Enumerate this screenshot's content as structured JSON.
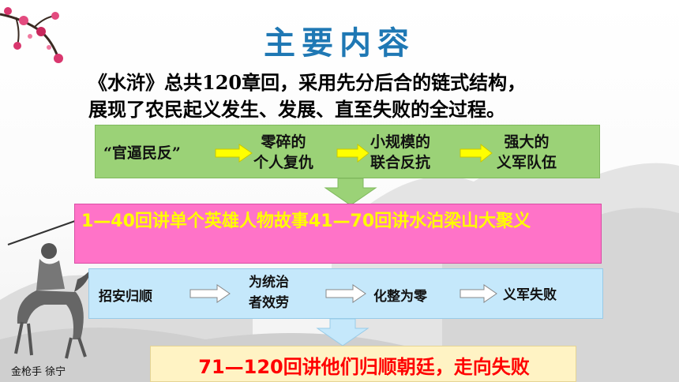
{
  "title": "主要内容",
  "intro": {
    "line1": "《水浒》总共120章回，采用先分后合的链式结构，",
    "line2": "展现了农民起义发生、发展、直至失败的全过程。"
  },
  "stage1": {
    "items": [
      {
        "line1": "“官逼民反”",
        "line2": ""
      },
      {
        "line1": "零碎的",
        "line2": "个人复仇"
      },
      {
        "line1": "小规模的",
        "line2": "联合反抗"
      },
      {
        "line1": "强大的",
        "line2": "义军队伍"
      }
    ]
  },
  "stage2": {
    "text": "1—40回讲单个英雄人物故事41—70回讲水泊梁山大聚义"
  },
  "stage3": {
    "items": [
      {
        "line1": "招安归顺",
        "line2": ""
      },
      {
        "line1": "为统治",
        "line2": "者效劳"
      },
      {
        "line1": "化整为零",
        "line2": ""
      },
      {
        "line1": "义军失败",
        "line2": ""
      }
    ]
  },
  "stage4": {
    "text": "71—120回讲他们归顺朝廷，走向失败"
  },
  "caption": "金枪手  徐宁",
  "colors": {
    "title": "#1f78b4",
    "green_box": "#9bd277",
    "pink_box": "#ff73c8",
    "blue_box": "#c5e8fb",
    "cream_box": "#fff3c4",
    "yellow_arrow": "#ffff00",
    "pink_text": "#ffff00",
    "cream_text": "#ff0000"
  },
  "icons": [
    "plum-blossom-branch",
    "ink-mountains",
    "horseman-warrior"
  ]
}
